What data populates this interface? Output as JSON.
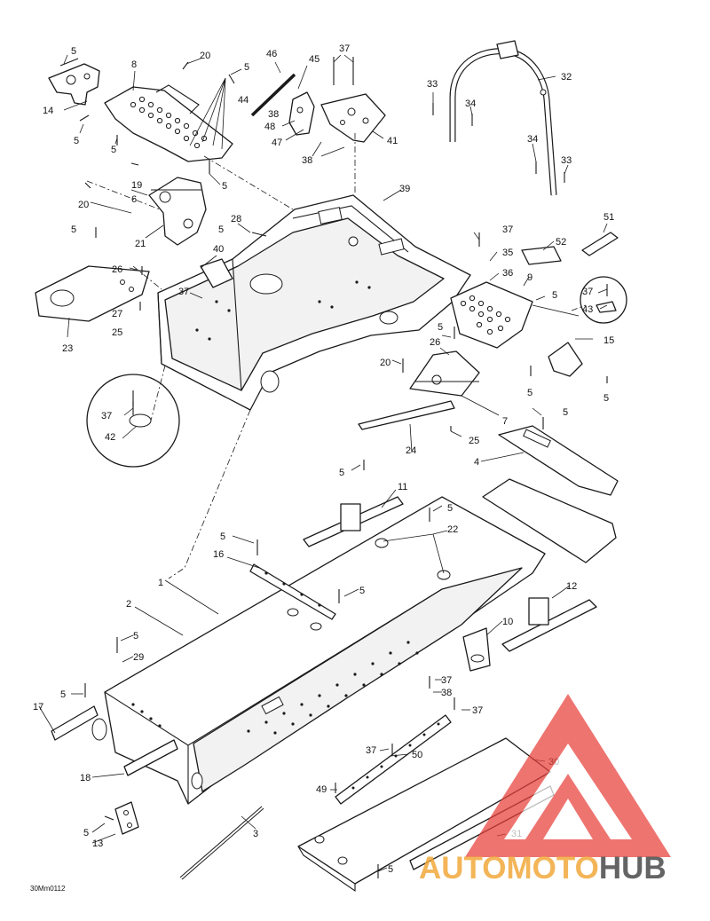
{
  "drawing_code": "30Mm0112",
  "watermark": {
    "brand_a": "AUTOMOTO",
    "brand_b": "HUB",
    "color_a": "#f2a93b",
    "color_b": "#4a4a4a",
    "logo_color": "#e8403a"
  },
  "callouts": {
    "c1": "1",
    "c2": "2",
    "c3": "3",
    "c4": "4",
    "c5": "5",
    "c6": "6",
    "c7": "7",
    "c8": "8",
    "c9": "9",
    "c10": "10",
    "c11": "11",
    "c12": "12",
    "c13": "13",
    "c14": "14",
    "c15": "15",
    "c16": "16",
    "c17": "17",
    "c18": "18",
    "c19": "19",
    "c20": "20",
    "c21": "21",
    "c22": "22",
    "c23": "23",
    "c24": "24",
    "c25": "25",
    "c26": "26",
    "c27": "27",
    "c28": "28",
    "c29": "29",
    "c30": "30",
    "c31": "31",
    "c32": "32",
    "c33": "33",
    "c34": "34",
    "c35": "35",
    "c36": "36",
    "c37": "37",
    "c38": "38",
    "c39": "39",
    "c40": "40",
    "c41": "41",
    "c42": "42",
    "c43": "43",
    "c44": "44",
    "c45": "45",
    "c46": "46",
    "c47": "47",
    "c48": "48",
    "c49": "49",
    "c50": "50",
    "c51": "51",
    "c52": "52"
  }
}
